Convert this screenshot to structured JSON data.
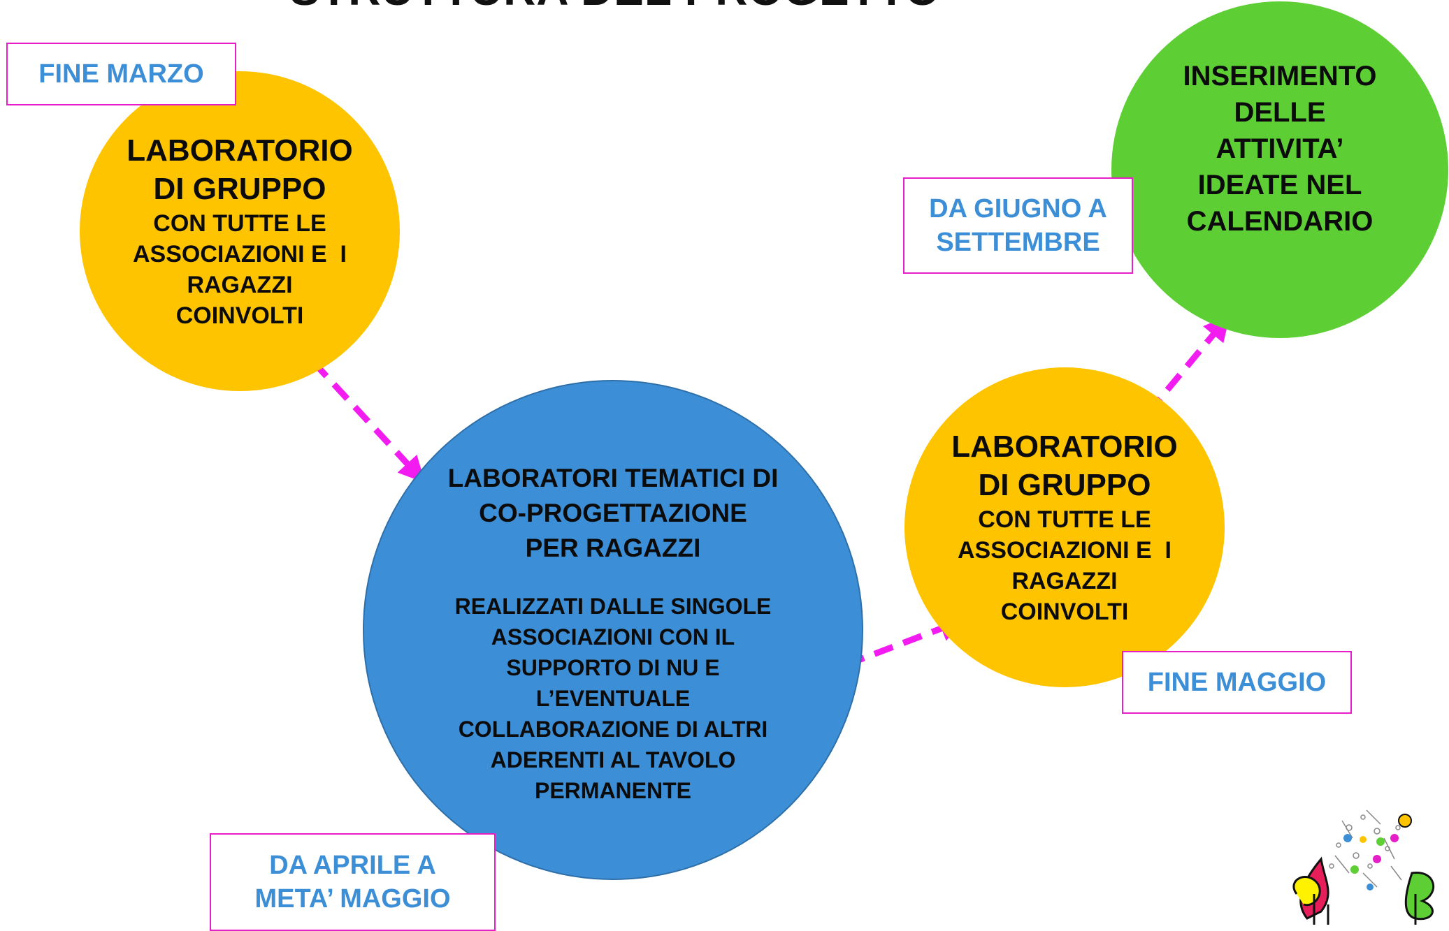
{
  "title": "STRUTTURA DEL PROGETTO",
  "colors": {
    "yellow": "#FEC400",
    "blue": "#3C8FD6",
    "green": "#5ECE35",
    "label_text": "#3C8FD6",
    "label_border": "#E61EC8",
    "arrow": "#F21BF0"
  },
  "nodes": {
    "lab1": {
      "heading": [
        "LABORATORIO",
        "DI GRUPPO"
      ],
      "detail": [
        "CON TUTTE LE",
        "ASSOCIAZIONI E  I",
        "RAGAZZI",
        "COINVOLTI"
      ],
      "time": "FINE MARZO"
    },
    "tematici": {
      "heading": [
        "LABORATORI TEMATICI DI",
        "CO-PROGETTAZIONE",
        "PER RAGAZZI"
      ],
      "detail": [
        "REALIZZATI DALLE SINGOLE",
        "ASSOCIAZIONI CON IL",
        "SUPPORTO DI NU E",
        "L’EVENTUALE",
        "COLLABORAZIONE DI ALTRI",
        "ADERENTI AL TAVOLO",
        "PERMANENTE"
      ],
      "time": [
        "DA APRILE A",
        "META’ MAGGIO"
      ]
    },
    "lab2": {
      "heading": [
        "LABORATORIO",
        "DI GRUPPO"
      ],
      "detail": [
        "CON TUTTE LE",
        "ASSOCIAZIONI E  I",
        "RAGAZZI",
        "COINVOLTI"
      ],
      "time": "FINE MAGGIO"
    },
    "calendario": {
      "heading": [
        "INSERIMENTO",
        "DELLE",
        "ATTIVITA’",
        "IDEATE NEL",
        "CALENDARIO"
      ],
      "time": [
        "DA GIUGNO A",
        "SETTEMBRE"
      ]
    }
  },
  "logo": {
    "icon": "tree-logo-icon"
  }
}
